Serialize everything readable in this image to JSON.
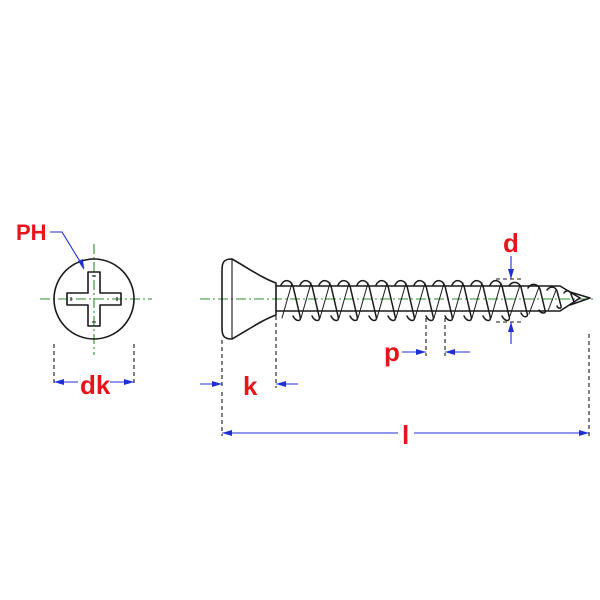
{
  "labels": {
    "ph": "PH",
    "dk": "dk",
    "k": "k",
    "d": "d",
    "p": "p",
    "l": "l"
  },
  "colors": {
    "label": "#e8141c",
    "dimension": "#1f2fd6",
    "centerline": "#2e8b2e",
    "outline": "#1a1a1a"
  }
}
